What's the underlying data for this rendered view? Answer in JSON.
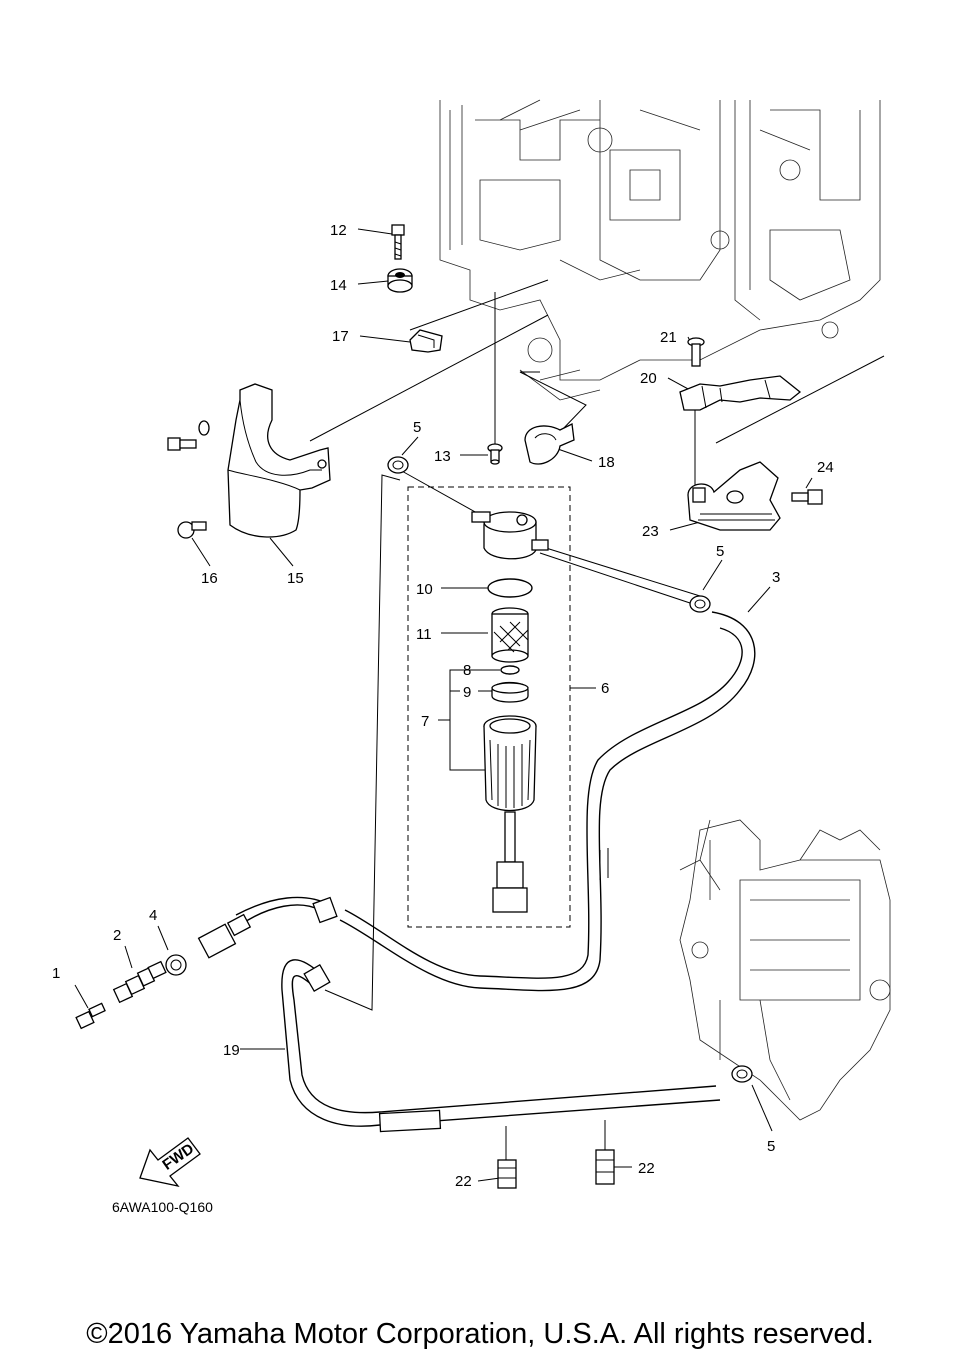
{
  "diagram": {
    "code": "6AWA100-Q160",
    "fwd_label": "FWD",
    "copyright": "©2016 Yamaha Motor Corporation, U.S.A. All rights reserved.",
    "callouts": [
      {
        "id": "1",
        "text": "1"
      },
      {
        "id": "2",
        "text": "2"
      },
      {
        "id": "3",
        "text": "3"
      },
      {
        "id": "4",
        "text": "4"
      },
      {
        "id": "5a",
        "text": "5"
      },
      {
        "id": "5b",
        "text": "5"
      },
      {
        "id": "5c",
        "text": "5"
      },
      {
        "id": "6",
        "text": "6"
      },
      {
        "id": "7",
        "text": "7"
      },
      {
        "id": "8",
        "text": "8"
      },
      {
        "id": "9",
        "text": "9"
      },
      {
        "id": "10",
        "text": "10"
      },
      {
        "id": "11",
        "text": "11"
      },
      {
        "id": "12",
        "text": "12"
      },
      {
        "id": "13",
        "text": "13"
      },
      {
        "id": "14",
        "text": "14"
      },
      {
        "id": "15",
        "text": "15"
      },
      {
        "id": "16",
        "text": "16"
      },
      {
        "id": "17",
        "text": "17"
      },
      {
        "id": "18",
        "text": "18"
      },
      {
        "id": "19",
        "text": "19"
      },
      {
        "id": "20",
        "text": "20"
      },
      {
        "id": "21",
        "text": "21"
      },
      {
        "id": "22a",
        "text": "22"
      },
      {
        "id": "22b",
        "text": "22"
      },
      {
        "id": "23",
        "text": "23"
      },
      {
        "id": "24",
        "text": "24"
      }
    ]
  }
}
